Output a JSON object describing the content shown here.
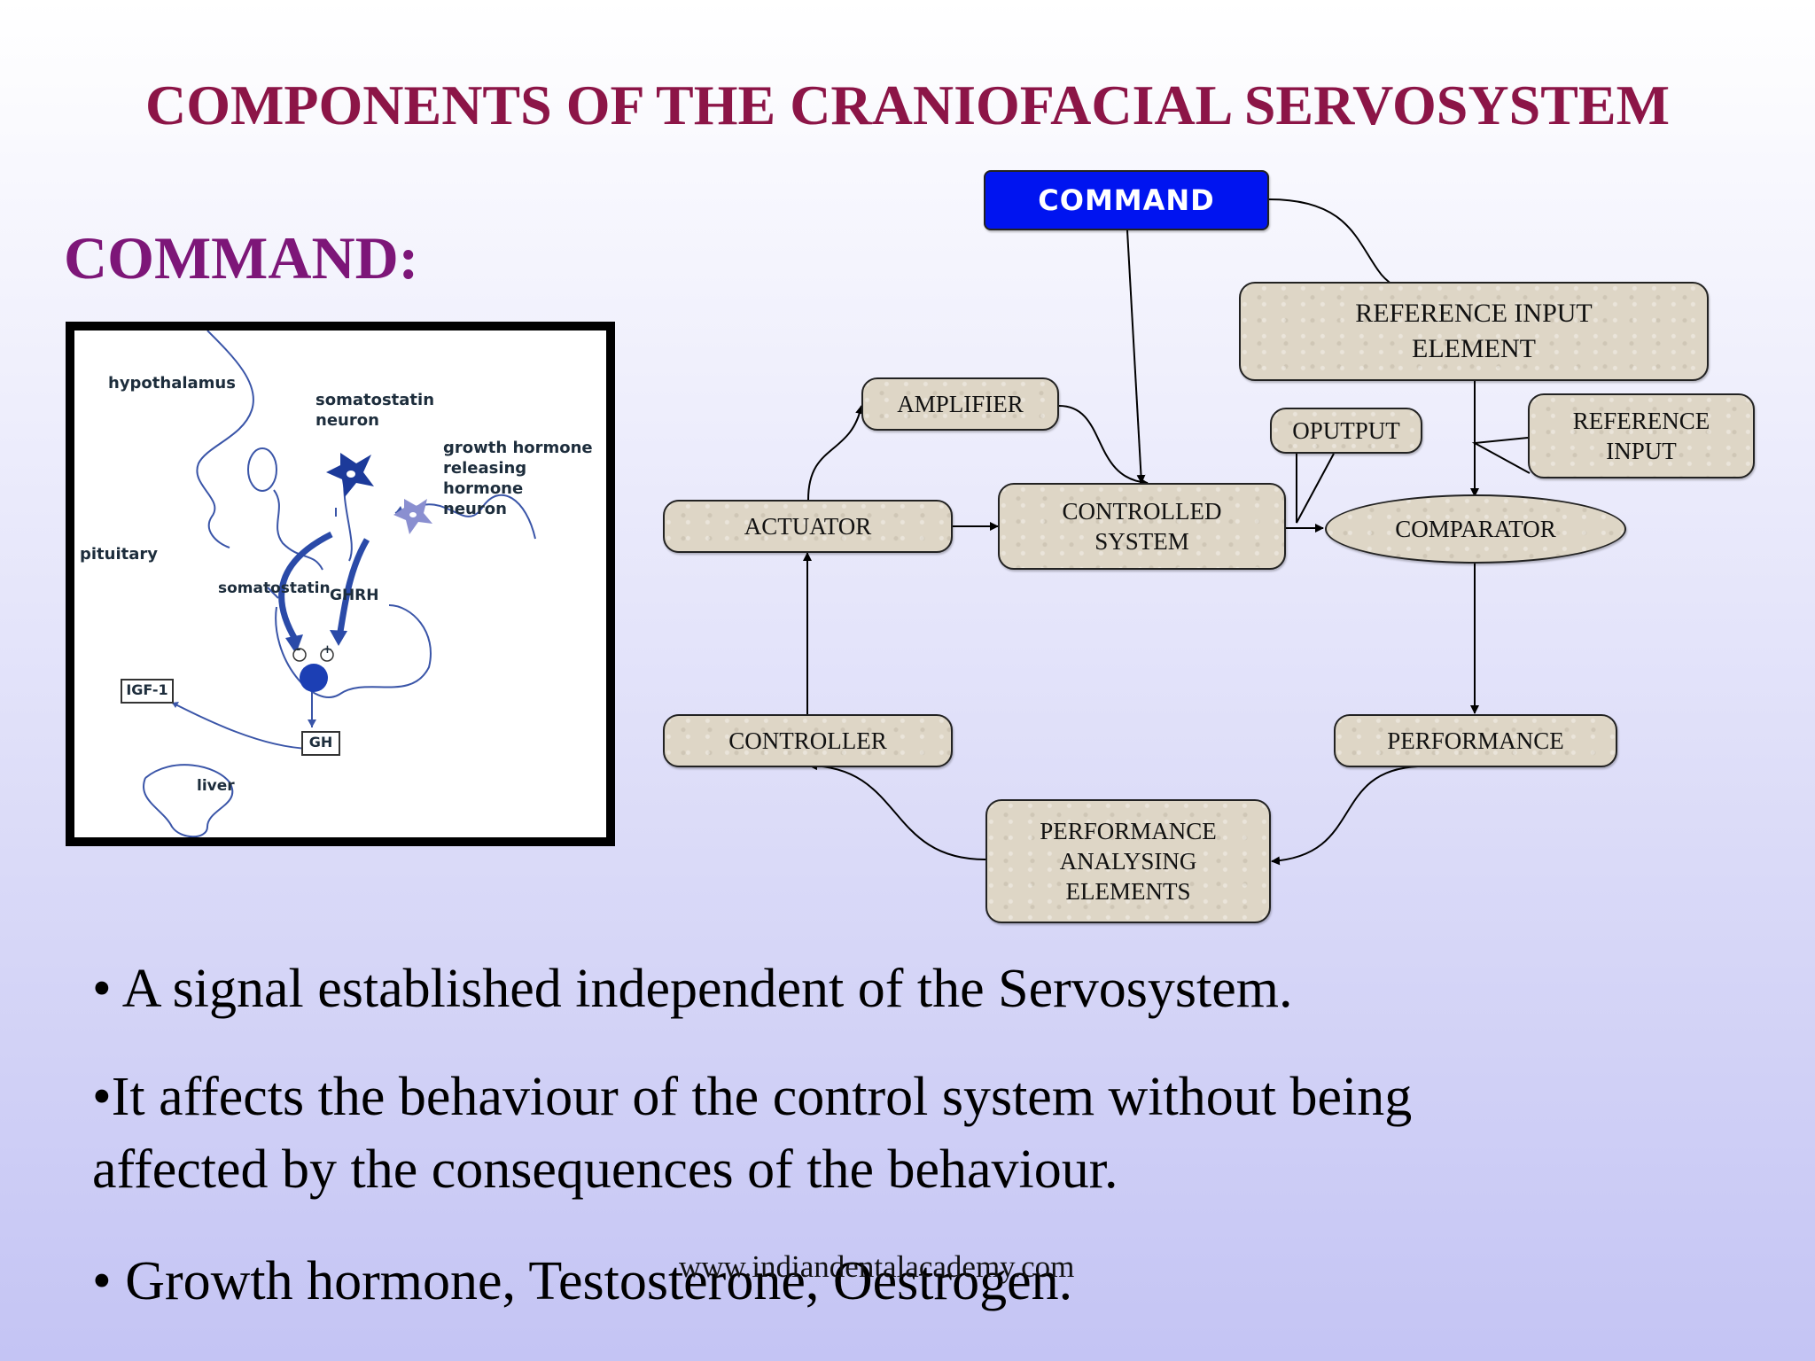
{
  "slide": {
    "title": "COMPONENTS OF THE  CRANIOFACIAL SERVOSYSTEM",
    "subheading": "COMMAND:",
    "watermark": "www.indiandentalacademy.com"
  },
  "figure": {
    "labels": {
      "hypothalamus": "hypothalamus",
      "somatostatin_neuron": "somatostatin\nneuron",
      "ghrh_neuron": "growth hormone\nreleasing hormone\nneuron",
      "pituitary": "pituitary",
      "somatostatin": "somatostatin",
      "ghrh": "GHRH",
      "igf1": "IGF-1",
      "gh": "GH",
      "liver": "liver",
      "minus": "-",
      "plus": "+"
    }
  },
  "diagram": {
    "nodes": {
      "command": "COMMAND",
      "reference_input_element": "REFERENCE INPUT\nELEMENT",
      "amplifier": "AMPLIFIER",
      "oputput": "OPUTPUT",
      "reference_input": "REFERENCE\nINPUT",
      "actuator": "ACTUATOR",
      "controlled_system": "CONTROLLED\nSYSTEM",
      "comparator": "COMPARATOR",
      "controller": "CONTROLLER",
      "performance": "PERFORMANCE",
      "performance_analysing": "PERFORMANCE\nANALYSING\nELEMENTS"
    }
  },
  "bullets": {
    "b1": "• A signal established independent of the Servosystem.",
    "b2_line1": "•It affects the behaviour of the control system without being",
    "b2_line2": "affected by the consequences of the behaviour.",
    "b3": "• Growth hormone, Testosterone, Oestrogen."
  }
}
